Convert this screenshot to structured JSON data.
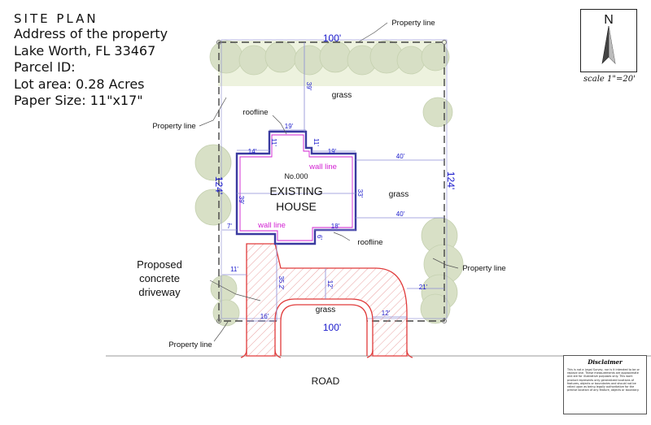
{
  "title_block": {
    "title": "SITE PLAN",
    "address_label": "Address of the property",
    "city_line": "Lake Worth, FL 33467",
    "parcel_line": "Parcel ID:",
    "lot_area_line": "Lot area: 0.28 Acres",
    "paper_size_line": "Paper Size: 11\"x17\""
  },
  "north_arrow": {
    "letter": "N",
    "scale": "scale 1\"=20'"
  },
  "house": {
    "number": "No.000",
    "label_line1": "EXISTING",
    "label_line2": "HOUSE"
  },
  "labels": {
    "property_line": "Property line",
    "roofline": "roofline",
    "wall_line": "wall line",
    "grass": "grass",
    "road": "ROAD",
    "driveway_line1": "Proposed",
    "driveway_line2": "concrete",
    "driveway_line3": "driveway"
  },
  "dimensions": {
    "top_width": "100'",
    "bottom_width": "100'",
    "left_depth": "124'",
    "right_depth": "124'",
    "front_setback_top": "39'",
    "roof_top_width": "19'",
    "roof_notch_left": "11'",
    "roof_notch_right": "11'",
    "left_step": "14'",
    "right_step": "19'",
    "house_depth_left": "39'",
    "house_depth_right": "33'",
    "right_setback_upper": "40'",
    "right_setback_lower": "40'",
    "bottom_left_step": "7'",
    "bottom_right_step": "18'",
    "bottom_right_notch": "6'",
    "left_setback_drive": "11'",
    "driveway_length": "35.2'",
    "drive_lane_width": "12'",
    "drive_width_bottom": "16'",
    "drive_right_setback": "21'",
    "drive_right_lane": "12'"
  },
  "disclaimer": {
    "title": "Disclaimer",
    "text": "This is not a Legal Survey, nor is it intended to be or replace one. These measurements are approximate and are for illustrative purposes only. This work product represents only generalized locations of features, objects or boundaries and should not be relied upon as being legally authoritative for the precise location of any feature, objects or boundary."
  },
  "colors": {
    "property_line": "#444444",
    "dimension": "#1a1acc",
    "dimension_line": "#8b8bd6",
    "wall_line": "#d21fd2",
    "house_outline": "#3a3aa0",
    "driveway": "#e03a3a",
    "tree_fill": "#d6dfc4",
    "grass_band": "#edf2de"
  },
  "icons": [
    "compass-north-arrow-icon",
    "tree-canopy-icon"
  ]
}
